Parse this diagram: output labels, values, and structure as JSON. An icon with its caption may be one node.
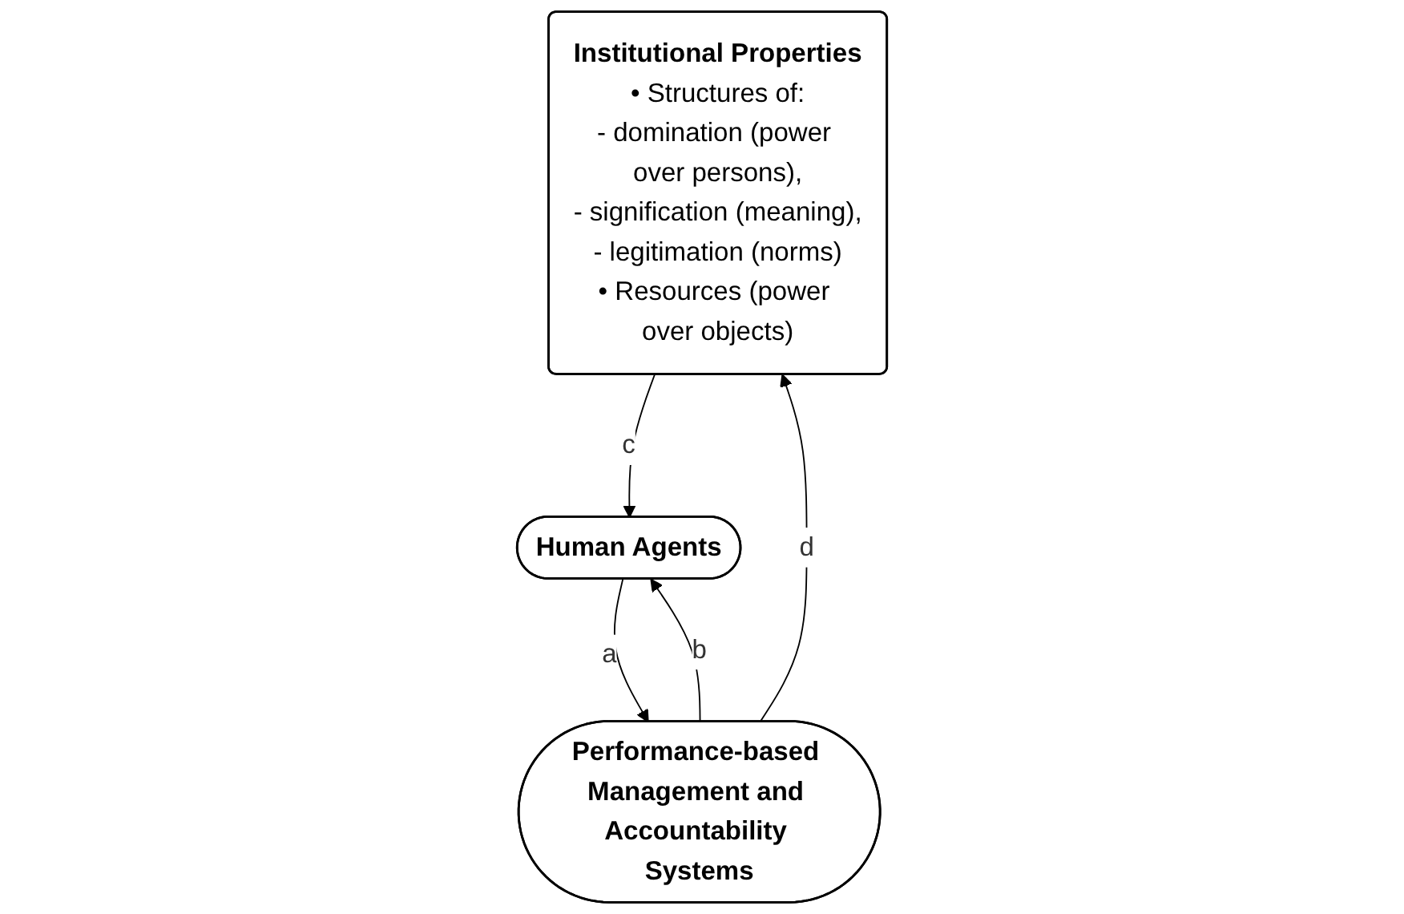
{
  "diagram": {
    "nodes": [
      {
        "text": [
          "Institutional Properties",
          "• Structures of:",
          "- domination (power over persons),",
          "- signification (meaning),",
          "- legitimation (norms)",
          "• Resources (power over objects)"
        ]
      },
      {
        "text": [
          "Human Agents"
        ]
      },
      {
        "text": [
          "Performance-based Management and Accountability Systems"
        ]
      }
    ],
    "edges": [
      {
        "from": 0,
        "to": 1,
        "arrow": "to",
        "label": "c"
      },
      {
        "from": 1,
        "to": 2,
        "arrow": "to",
        "label": "a"
      },
      {
        "from": 2,
        "to": 1,
        "arrow": "to",
        "label": "b"
      },
      {
        "from": 2,
        "to": 0,
        "arrow": "to",
        "label": "d"
      }
    ]
  }
}
